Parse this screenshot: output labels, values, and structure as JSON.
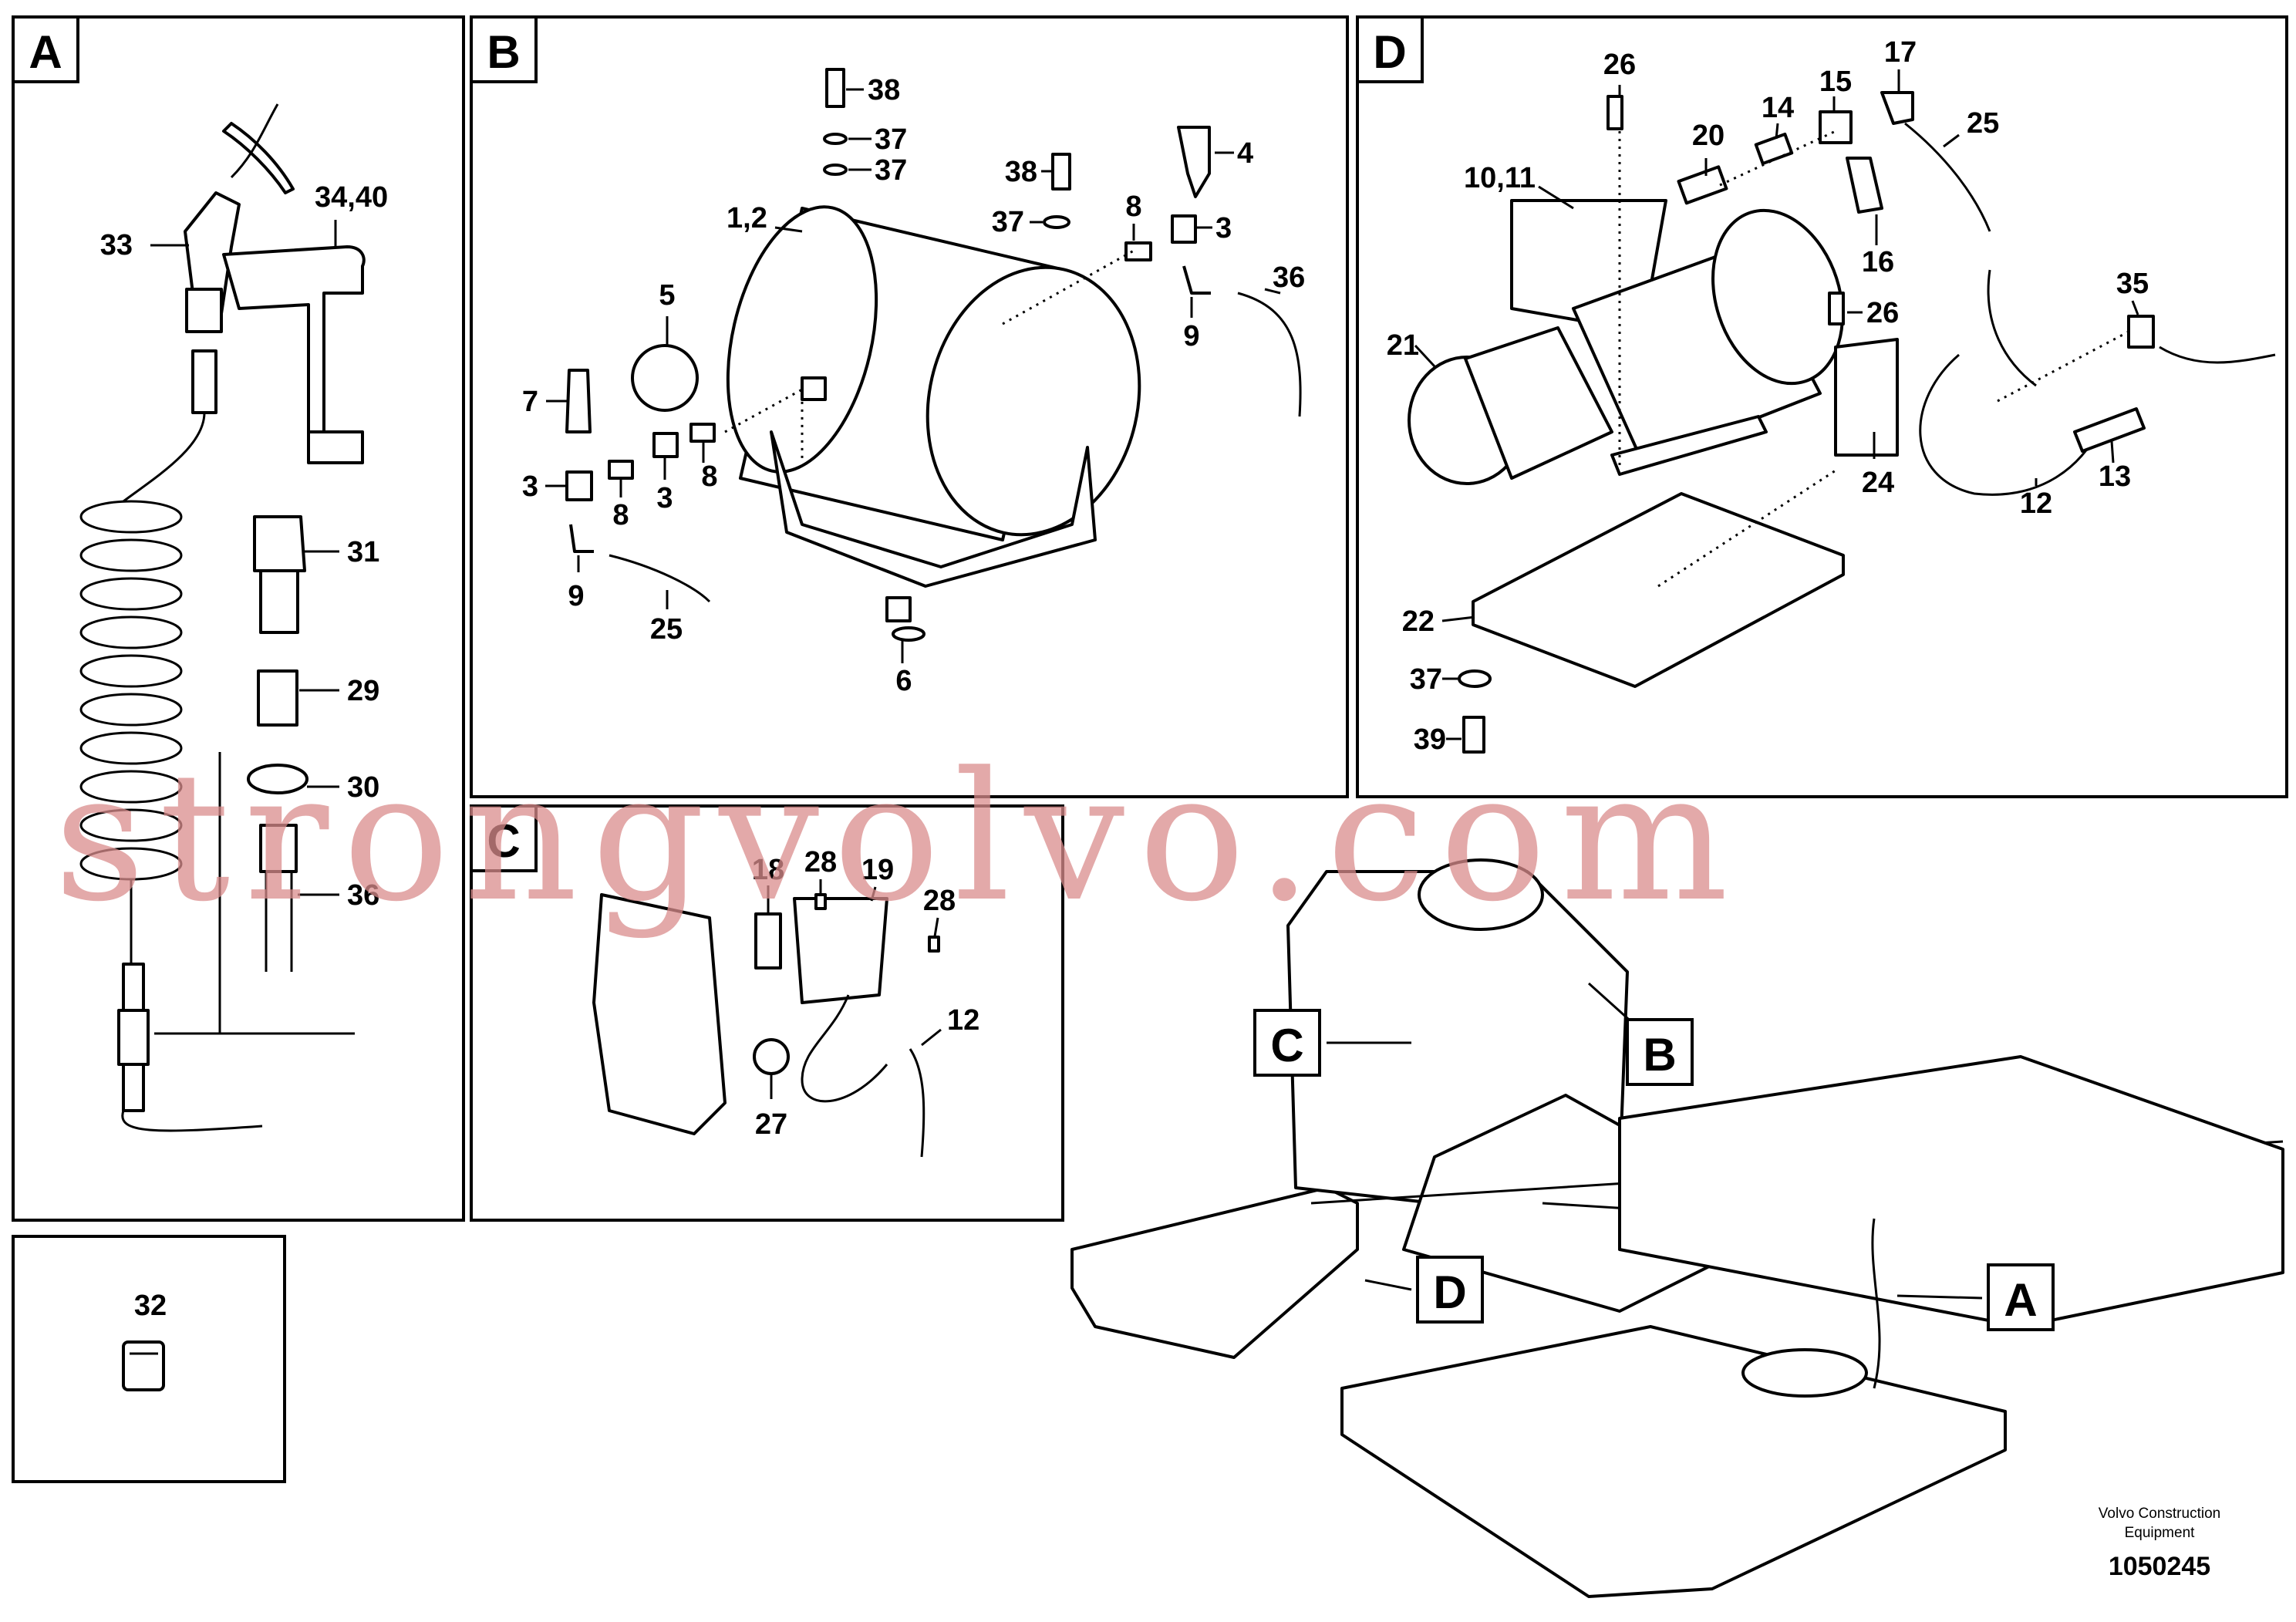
{
  "panels": {
    "A": {
      "letter": "A"
    },
    "B": {
      "letter": "B"
    },
    "C": {
      "letter": "C"
    },
    "D": {
      "letter": "D"
    }
  },
  "callouts": {
    "A": {
      "c33": "33",
      "c34_40": "34,40",
      "c31": "31",
      "c29": "29",
      "c30": "30",
      "c36": "36"
    },
    "B": {
      "c38a": "38",
      "c37a": "37",
      "c37b": "37",
      "c38b": "38",
      "c4": "4",
      "c37c": "37",
      "c8a": "8",
      "c3a": "3",
      "c1_2": "1,2",
      "c5": "5",
      "c7": "7",
      "c3b": "3",
      "c8b": "8",
      "c3c": "3",
      "c8c": "8",
      "c9a": "9",
      "c36": "36",
      "c9b": "9",
      "c25": "25",
      "c6": "6"
    },
    "C": {
      "c18": "18",
      "c28a": "28",
      "c19": "19",
      "c28b": "28",
      "c12": "12",
      "c27": "27"
    },
    "D": {
      "c26a": "26",
      "c20": "20",
      "c14": "14",
      "c15": "15",
      "c17": "17",
      "c25": "25",
      "c10_11": "10,11",
      "c16": "16",
      "c26b": "26",
      "c21": "21",
      "c35": "35",
      "c24": "24",
      "c13": "13",
      "c12": "12",
      "c22": "22",
      "c37": "37",
      "c39": "39"
    },
    "single": {
      "c32": "32"
    }
  },
  "overview_tags": {
    "A": "A",
    "B": "B",
    "C": "C",
    "D": "D"
  },
  "footer": {
    "line1": "Volvo Construction",
    "line2": "Equipment",
    "code": "1050245"
  },
  "watermark": "strongvolvo.com"
}
